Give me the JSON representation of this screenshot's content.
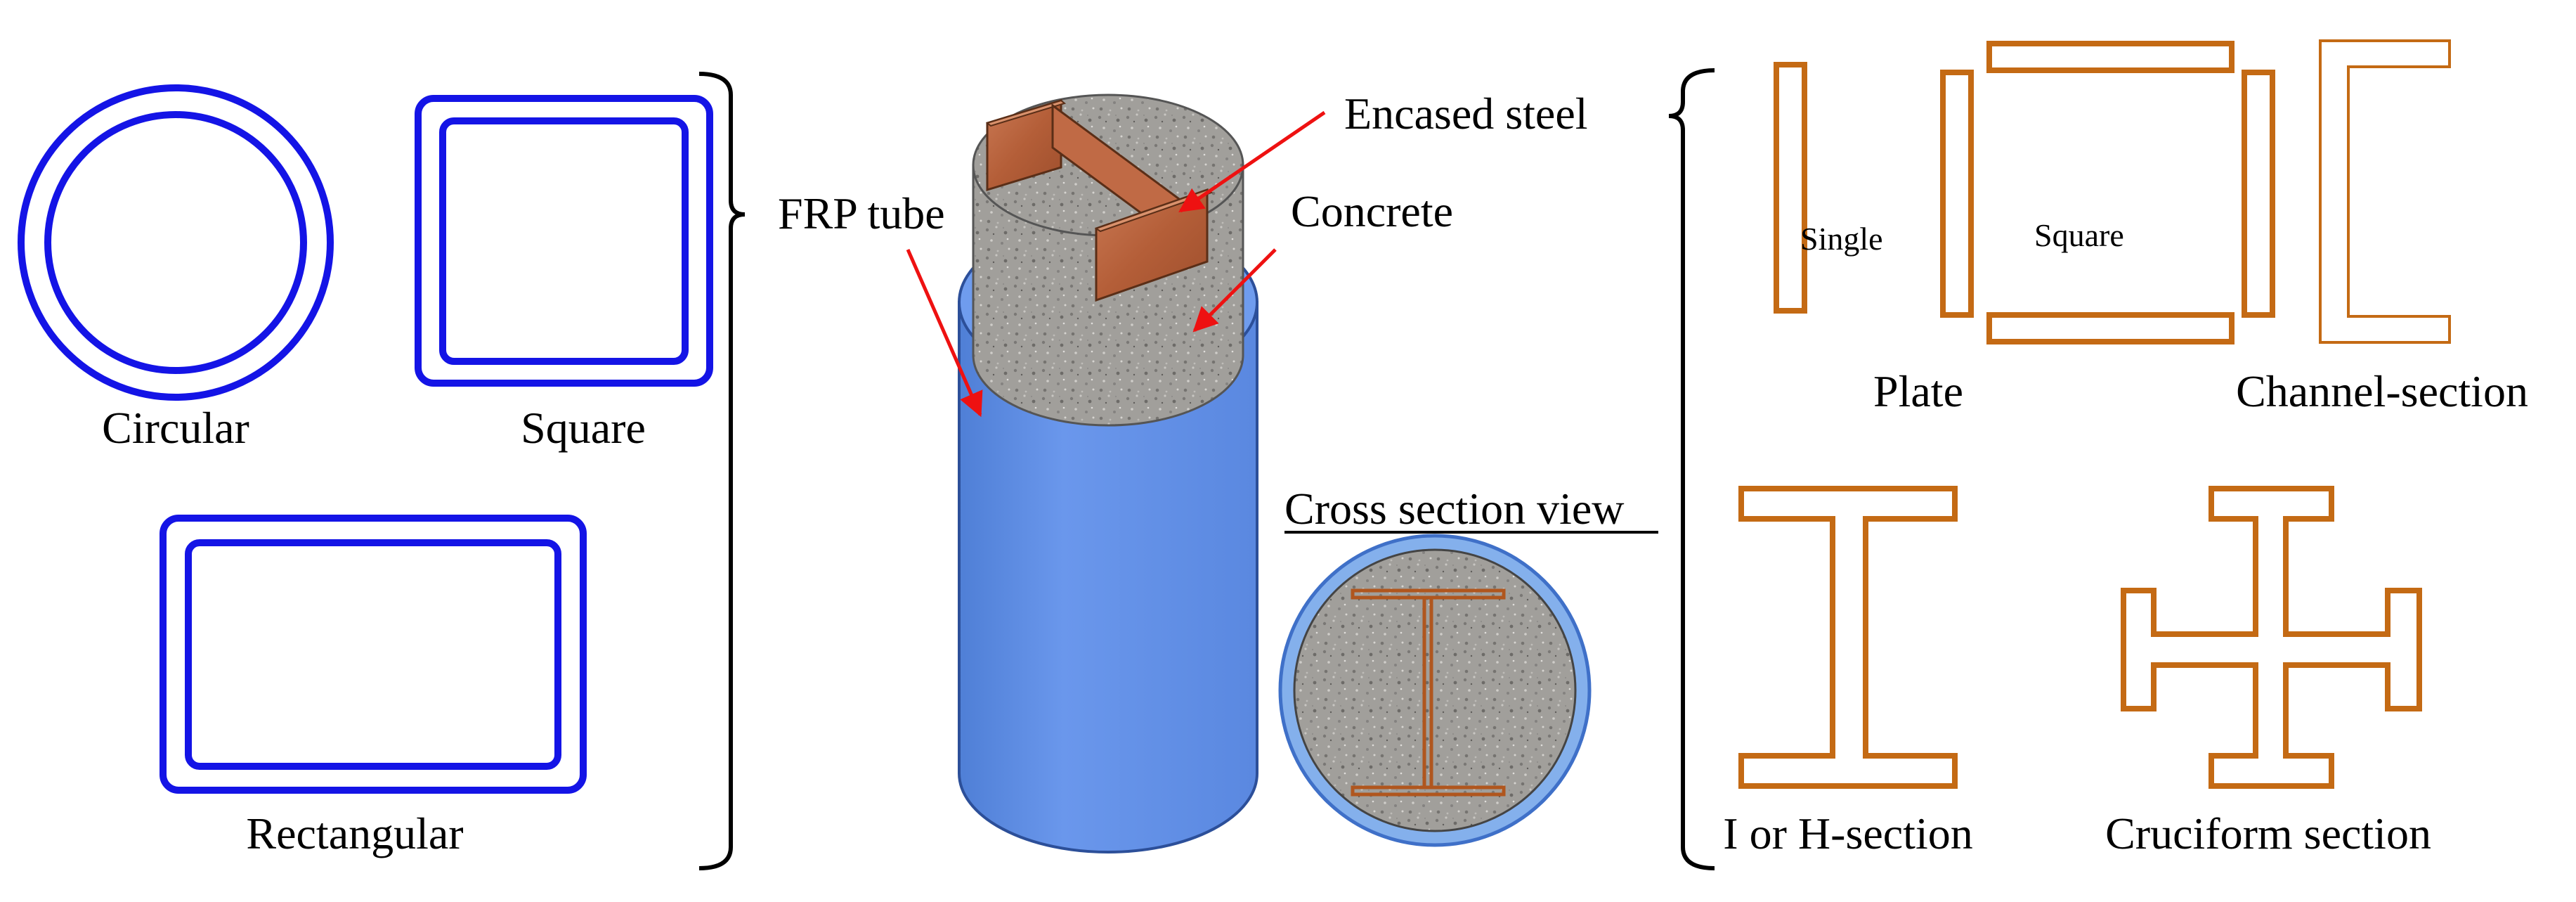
{
  "frp_shapes": {
    "circular": "Circular",
    "square": "Square",
    "rectangular": "Rectangular"
  },
  "column": {
    "frp_tube": "FRP tube",
    "encased_steel": "Encased steel",
    "concrete": "Concrete",
    "cross_section_title": "Cross section view"
  },
  "steel_shapes": {
    "single": "Single",
    "square": "Square",
    "plate": "Plate",
    "channel": "Channel-section",
    "i_h": "I or H-section",
    "cruciform": "Cruciform section"
  },
  "colors": {
    "frp_outline": "#1414e6",
    "steel_outline": "#c46a14",
    "tube_fill": "#6592ea",
    "tube_dark": "#3f70c8",
    "concrete": "#a09e9a",
    "steel_plate": "#b8623e",
    "arrow": "#ee1111"
  }
}
